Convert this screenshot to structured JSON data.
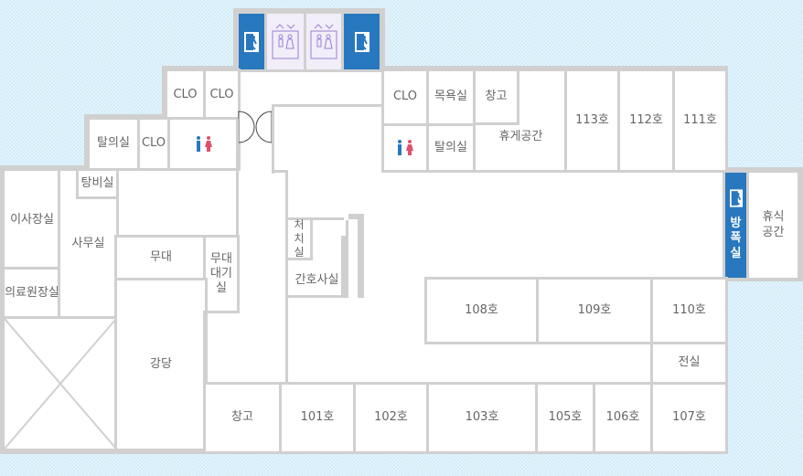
{
  "colors": {
    "wall": "#d0d0d0",
    "exit": "#2878bf",
    "elevator": "#9b7fd4",
    "men": "#2878bf",
    "women": "#e0506a"
  },
  "icons": {
    "exit": "emergency-exit-icon",
    "elevator": "elevator-icon",
    "restroom": "restroom-icon",
    "door": "double-door-icon"
  },
  "rooms": {
    "clo1": "CLO",
    "clo2": "CLO",
    "clo3": "CLO",
    "clo4": "CLO",
    "locker_left": "탈의실",
    "locker_right": "탈의실",
    "bath": "목욕실",
    "storage_top": "창고",
    "lounge": "휴게공간",
    "r113": "113호",
    "r112": "112호",
    "r111": "111호",
    "blast": "방폭실",
    "rest": "휴식공간",
    "chairman": "이사장실",
    "director": "의료원장실",
    "office": "사무실",
    "pantry": "탕비실",
    "stage": "무대",
    "stage_wait": "무대대기실",
    "hall": "강당",
    "treatment": "처치실",
    "nurse": "간호사실",
    "storage_bottom": "창고",
    "r101": "101호",
    "r102": "102호",
    "r103": "103호",
    "r105": "105호",
    "r106": "106호",
    "r107": "107호",
    "anteroom": "전실",
    "r108": "108호",
    "r109": "109호",
    "r110": "110호"
  }
}
